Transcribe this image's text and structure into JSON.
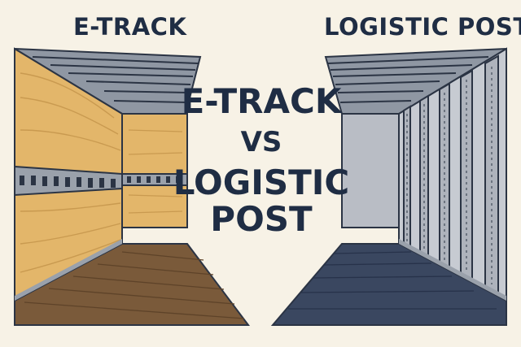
{
  "left_panel": {
    "title": "E-TRACK"
  },
  "right_panel": {
    "title": "LOGISTIC POST"
  },
  "center": {
    "line1": "E-TRACK",
    "line2": "VS",
    "line3": "LOGISTIC",
    "line4": "POST"
  },
  "colors": {
    "background": "#f7f2e6",
    "text": "#1f2d44",
    "plywood": "#e3b66a",
    "plywood_dark": "#d8a85a",
    "wood_floor": "#7a5a3a",
    "steel_floor": "#3a4760",
    "ceiling_steel": "#8f97a3",
    "wall_gray": "#b9bdc5"
  }
}
